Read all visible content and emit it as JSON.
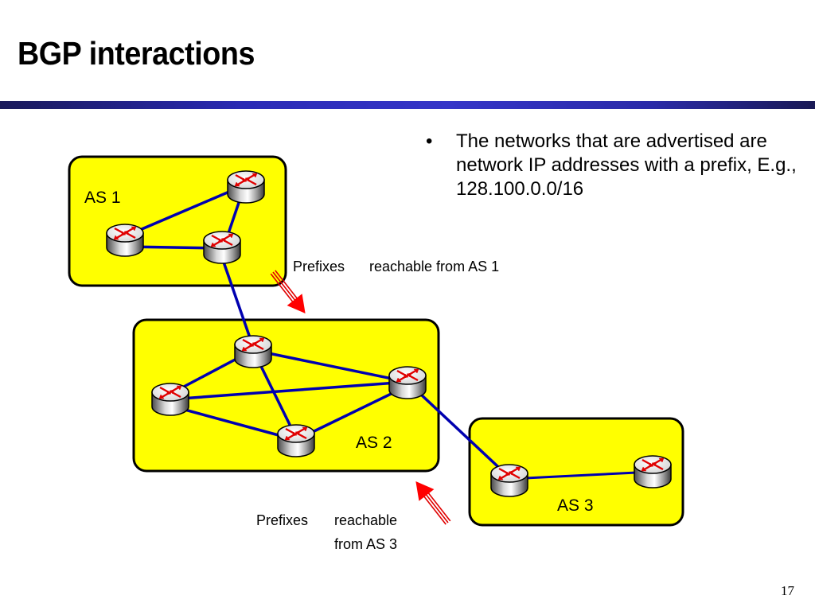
{
  "slide": {
    "title": "BGP interactions",
    "page_number": "17",
    "bullets": [
      {
        "marker": "•",
        "text": "The networks that are advertised are network IP addresses with a prefix, E.g., 128.100.0.0/16"
      }
    ]
  },
  "diagram": {
    "colors": {
      "as_fill": "#ffff00",
      "as_border": "#000000",
      "link": "#0000b0",
      "arrow": "#ff0000"
    },
    "autonomous_systems": [
      {
        "id": "as1",
        "label": "AS 1"
      },
      {
        "id": "as2",
        "label": "AS 2"
      },
      {
        "id": "as3",
        "label": "AS 3"
      }
    ],
    "routers": [
      {
        "id": "as1-r1",
        "as": "as1"
      },
      {
        "id": "as1-r2",
        "as": "as1"
      },
      {
        "id": "as1-r3",
        "as": "as1"
      },
      {
        "id": "as2-r1",
        "as": "as2"
      },
      {
        "id": "as2-r2",
        "as": "as2"
      },
      {
        "id": "as2-r3",
        "as": "as2"
      },
      {
        "id": "as2-r4",
        "as": "as2"
      },
      {
        "id": "as3-r1",
        "as": "as3"
      },
      {
        "id": "as3-r2",
        "as": "as3"
      }
    ],
    "links": [
      {
        "from": "as1-r1",
        "to": "as1-r2"
      },
      {
        "from": "as1-r1",
        "to": "as1-r3"
      },
      {
        "from": "as1-r2",
        "to": "as1-r3"
      },
      {
        "from": "as1-r3",
        "to": "as2-r1",
        "type": "inter-as"
      },
      {
        "from": "as2-r1",
        "to": "as2-r2"
      },
      {
        "from": "as2-r1",
        "to": "as2-r3"
      },
      {
        "from": "as2-r1",
        "to": "as2-r4"
      },
      {
        "from": "as2-r2",
        "to": "as2-r3"
      },
      {
        "from": "as2-r2",
        "to": "as2-r4"
      },
      {
        "from": "as2-r3",
        "to": "as2-r4"
      },
      {
        "from": "as2-r4",
        "to": "as3-r1",
        "type": "inter-as"
      },
      {
        "from": "as3-r1",
        "to": "as3-r2"
      }
    ],
    "annotations": [
      {
        "id": "from-as1",
        "word1": "Prefixes",
        "word2": "reachable from AS 1"
      },
      {
        "id": "from-as3",
        "word1": "Prefixes",
        "word2": "reachable",
        "line2": "from AS 3"
      }
    ]
  }
}
